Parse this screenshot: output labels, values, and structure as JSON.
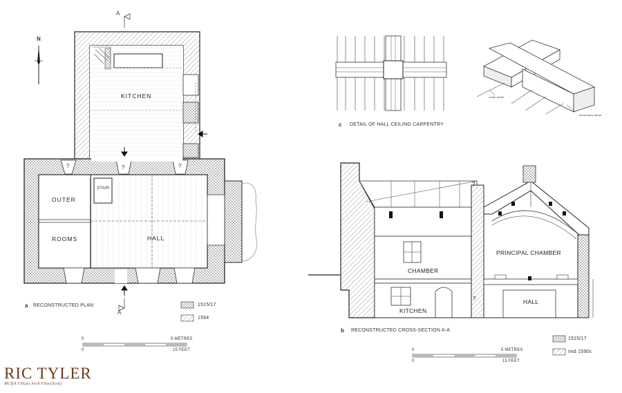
{
  "branding": {
    "name": "RIC TYLER",
    "credentials": "MCIfA FSGas Arch FSoc(Scot)"
  },
  "north_marker": "N",
  "plan": {
    "panel_letter": "a",
    "caption": "RECONSTRUCTED PLAN",
    "section_marker": "A",
    "rooms": {
      "kitchen": "KITCHEN",
      "hall": "HALL",
      "outer": "OUTER",
      "rooms": "ROOMS",
      "stair": "STAIR"
    },
    "unknown": "?",
    "legend": [
      {
        "label": "1515/17",
        "pattern": "crosshatch"
      },
      {
        "label": "1594",
        "pattern": "diagonal"
      }
    ],
    "scale": {
      "zero": "0",
      "metres": "5 METRES",
      "feet": "15 FEET"
    }
  },
  "section": {
    "panel_letter": "b",
    "caption": "RECONSTRUCTED CROSS-SECTION A-A",
    "rooms": {
      "principal_chamber": "PRINCIPAL CHAMBER",
      "chamber": "CHAMBER",
      "kitchen": "KITCHEN",
      "hall": "HALL"
    },
    "unknown": "?",
    "legend": [
      {
        "label": "1515/17",
        "pattern": "crosshatch"
      },
      {
        "label": "mid 1590s",
        "pattern": "diagonal"
      }
    ],
    "scale": {
      "zero": "0",
      "metres": "5 METRES",
      "feet": "15 FEET"
    }
  },
  "detail": {
    "panel_letter": "c",
    "caption": "DETAIL OF HALL CEILING CARPENTRY",
    "labels": {
      "main_beam": "main beam",
      "secondary_beam": "secondary beam"
    }
  },
  "colors": {
    "ink": "#222222",
    "brand": "#6b3a1c"
  }
}
